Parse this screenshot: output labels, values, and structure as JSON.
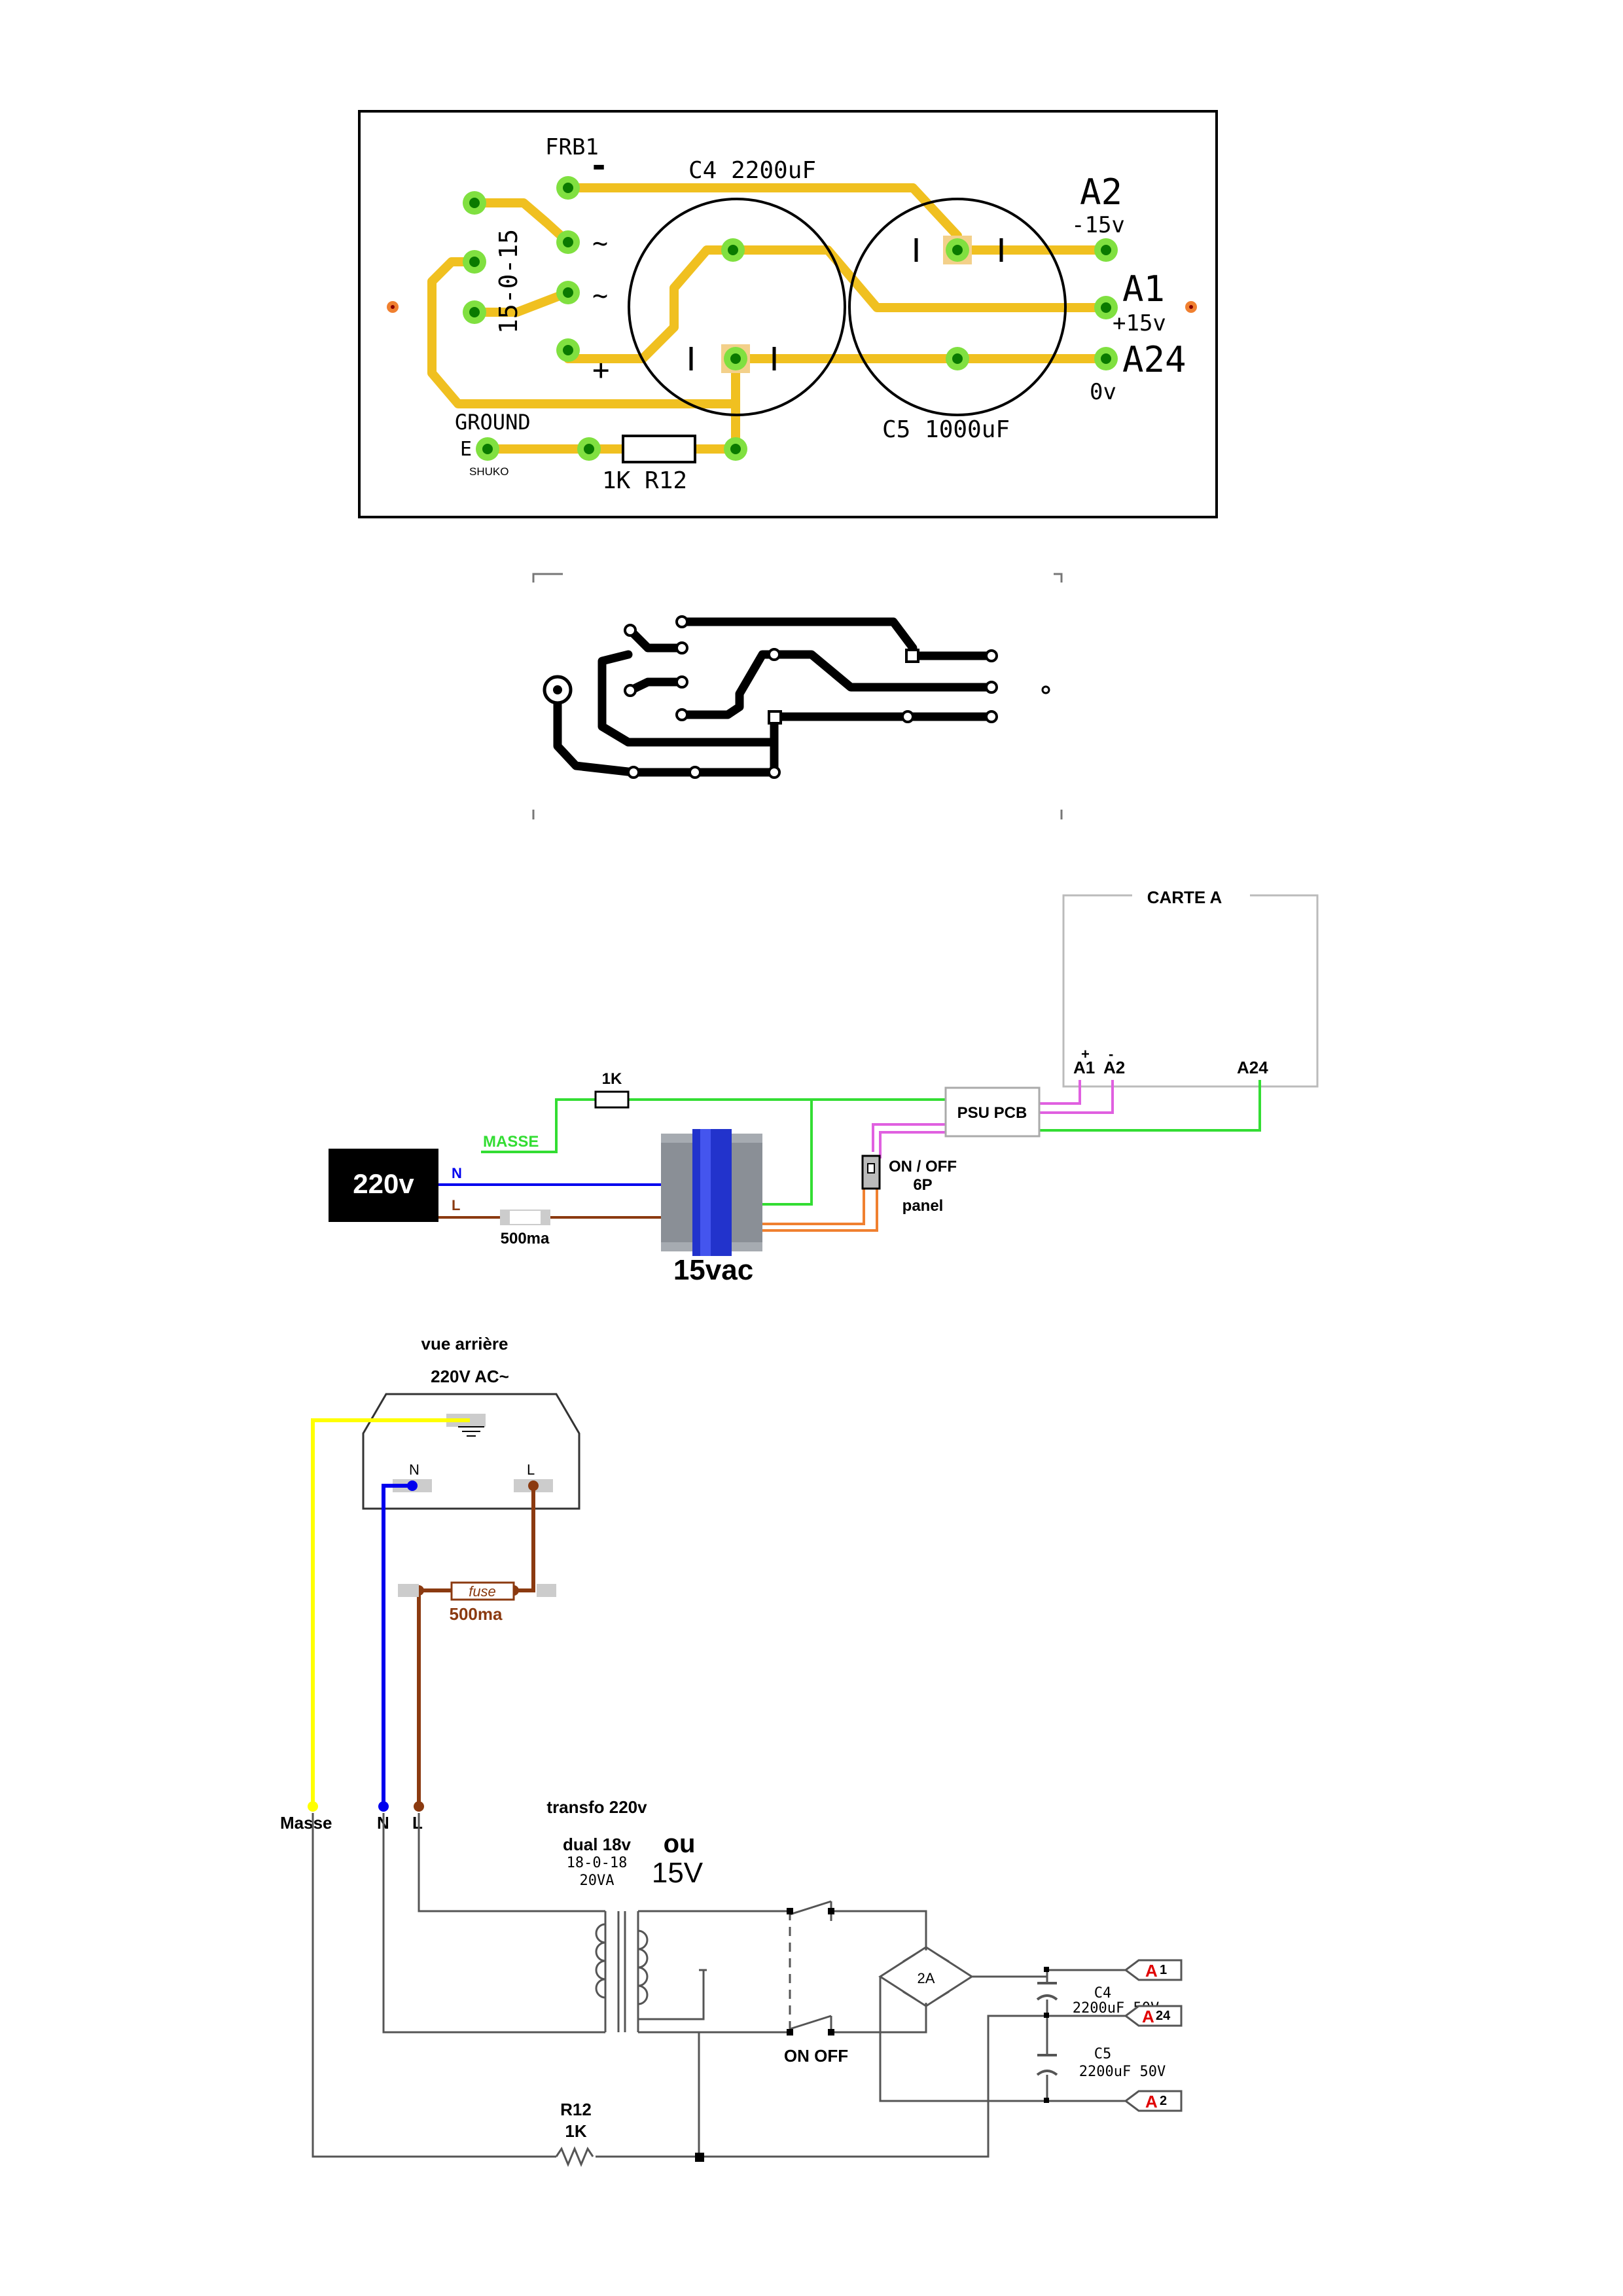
{
  "colors": {
    "pcb_track": "#f0c020",
    "pad": "#80e040",
    "pad_hole": "#0a7a00",
    "fr4_board_outline": "#000000",
    "ground_wire": "#33dd33",
    "neutral_wire": "#0000ee",
    "live_wire": "#8b3a10",
    "secondary_wire": "#f08030",
    "signal_wire": "#e060e0",
    "earth_wire": "#ffff00",
    "schematic_line": "#555555",
    "connector_red": "#e00000",
    "block_black": "#000000"
  },
  "pcb_top": {
    "frb1": "FRB1",
    "minus": "-",
    "plus": "+",
    "tilde1": "~",
    "tilde2": "~",
    "transformer_label": "15-0-15",
    "c4": "C4 2200uF",
    "c5": "C5 1000uF",
    "a2": "A2",
    "a2_v": "-15v",
    "a1": "A1",
    "a1_v": "+15v",
    "a24": "A24",
    "a24_v": "0v",
    "ground": "GROUND",
    "e": "E",
    "shuko": "SHUKO",
    "r12": "1K R12"
  },
  "wiring": {
    "carte_a": "CARTE A",
    "a1_plus": "+",
    "a2_minus": "-",
    "a1": "A1",
    "a2": "A2",
    "a24": "A24",
    "r1k": "1K",
    "masse": "MASSE",
    "psu": "PSU PCB",
    "mains": "220v",
    "n": "N",
    "l": "L",
    "fuse": "500ma",
    "trafo": "15vac",
    "switch1": "ON / OFF",
    "switch2": "6P",
    "switch3": "panel"
  },
  "schematic": {
    "rear_view": "vue arrière",
    "ac_label": "220V AC~",
    "n_top": "N",
    "l_top": "L",
    "fuse": "fuse",
    "fuse_val": "500ma",
    "masse": "Masse",
    "n": "N",
    "l": "L",
    "transfo": "transfo 220v",
    "dual": "dual 18v",
    "ou": "ou",
    "v18": "18-0-18",
    "va": "20VA",
    "v15": "15V",
    "onoff": "ON OFF",
    "bridge": "2A",
    "c4": "C4",
    "c4v": "2200uF 50V",
    "c5": "C5",
    "c5v": "2200uF 50V",
    "r12": "R12",
    "r12v": "1K",
    "conn_a1_letter": "A",
    "conn_a1_num": "1",
    "conn_a24_letter": "A",
    "conn_a24_num": "24",
    "conn_a2_letter": "A",
    "conn_a2_num": "2"
  }
}
